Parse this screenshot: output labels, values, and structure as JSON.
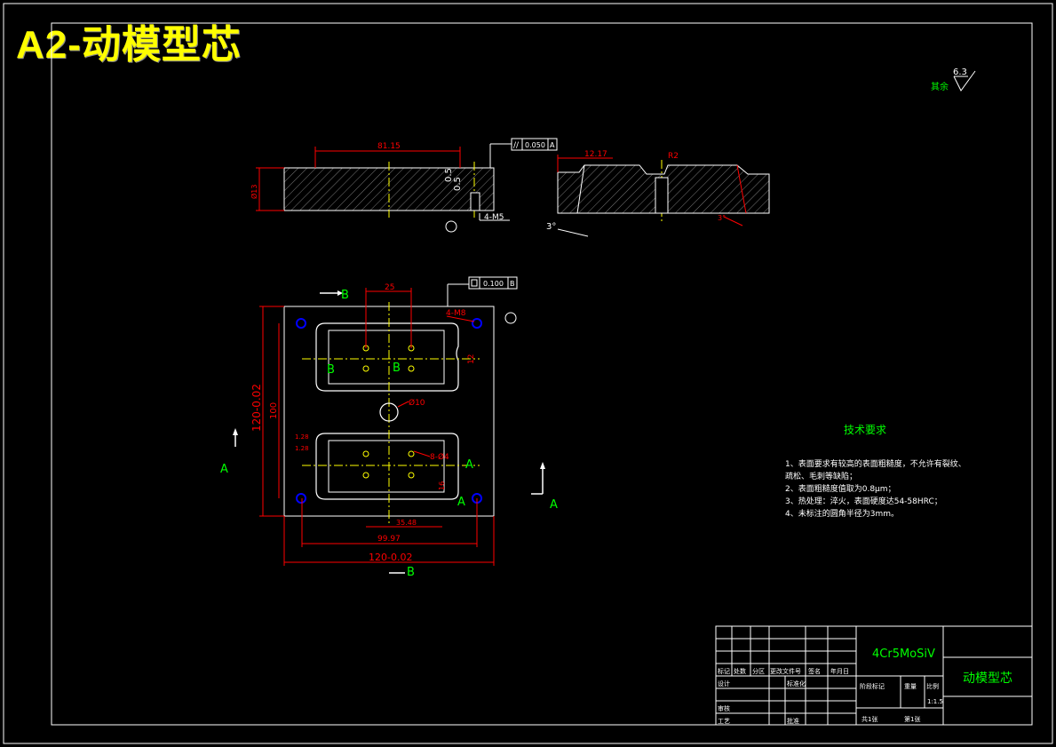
{
  "banner": {
    "title": "A2-动模型芯"
  },
  "surface": {
    "note": "其余",
    "roughness": "6.3"
  },
  "section_view": {
    "dim_length": "81.15",
    "dim_height": "Ø13",
    "dim_step": "0.5",
    "dim_step2": "0.5",
    "thread_label": "4-M5",
    "parallelism_value": "0.050",
    "parallelism_datum": "A"
  },
  "detail_view": {
    "dim_width": "12.17",
    "radius": "R2",
    "angle_note": "3°",
    "bottom_note": "3°"
  },
  "plan_view": {
    "top_dim": "25",
    "flatness_value": "0.100",
    "flatness_datum": "B",
    "thread_label": "4-M8",
    "dim_height_outer": "120-0.02",
    "dim_height_inner": "100",
    "hole_dim": "Ø10",
    "hole_pattern": "8-Ø4",
    "dim_12": "12",
    "dim_16": "16",
    "dim_small_a": "1.28",
    "dim_small_b": "1.28",
    "dim_inner_width": "35.48",
    "dim_middle_width": "99.97",
    "dim_outer_width": "120-0.02",
    "section_b": "B",
    "section_a": "A",
    "datum_b_left": "B",
    "datum_b_center": "B",
    "datum_a_right": "A",
    "datum_a_right2": "A"
  },
  "tech_req": {
    "title": "技术要求",
    "lines": [
      "1、表面要求有较高的表面粗糙度，不允许有裂纹、",
      "   疏松、毛刺等缺陷；",
      "2、表面粗糙度值取为0.8μm；",
      "3、热处理：淬火，表面硬度达54-58HRC；",
      "4、未标注的圆角半径为3mm。"
    ]
  },
  "title_block": {
    "material": "4Cr5MoSiV",
    "part_name": "动模型芯",
    "h_mark": "标记",
    "h_count": "处数",
    "h_zone": "分区",
    "h_doc": "更改文件号",
    "h_sign": "签名",
    "h_date": "年月日",
    "design": "设计",
    "standard": "标准化",
    "stage": "阶段标记",
    "weight": "重量",
    "scale": "比例",
    "scale_value": "1:1.5",
    "check": "审核",
    "process": "工艺",
    "approve": "批准",
    "sheets_total": "共1张",
    "sheet_no": "第1张"
  },
  "colors": {
    "frame": "#ffffff",
    "dimension": "#ff0000",
    "centerline": "#ffff00",
    "label": "#00ff00",
    "hatch": "#808080",
    "hole": "#0000ff"
  }
}
